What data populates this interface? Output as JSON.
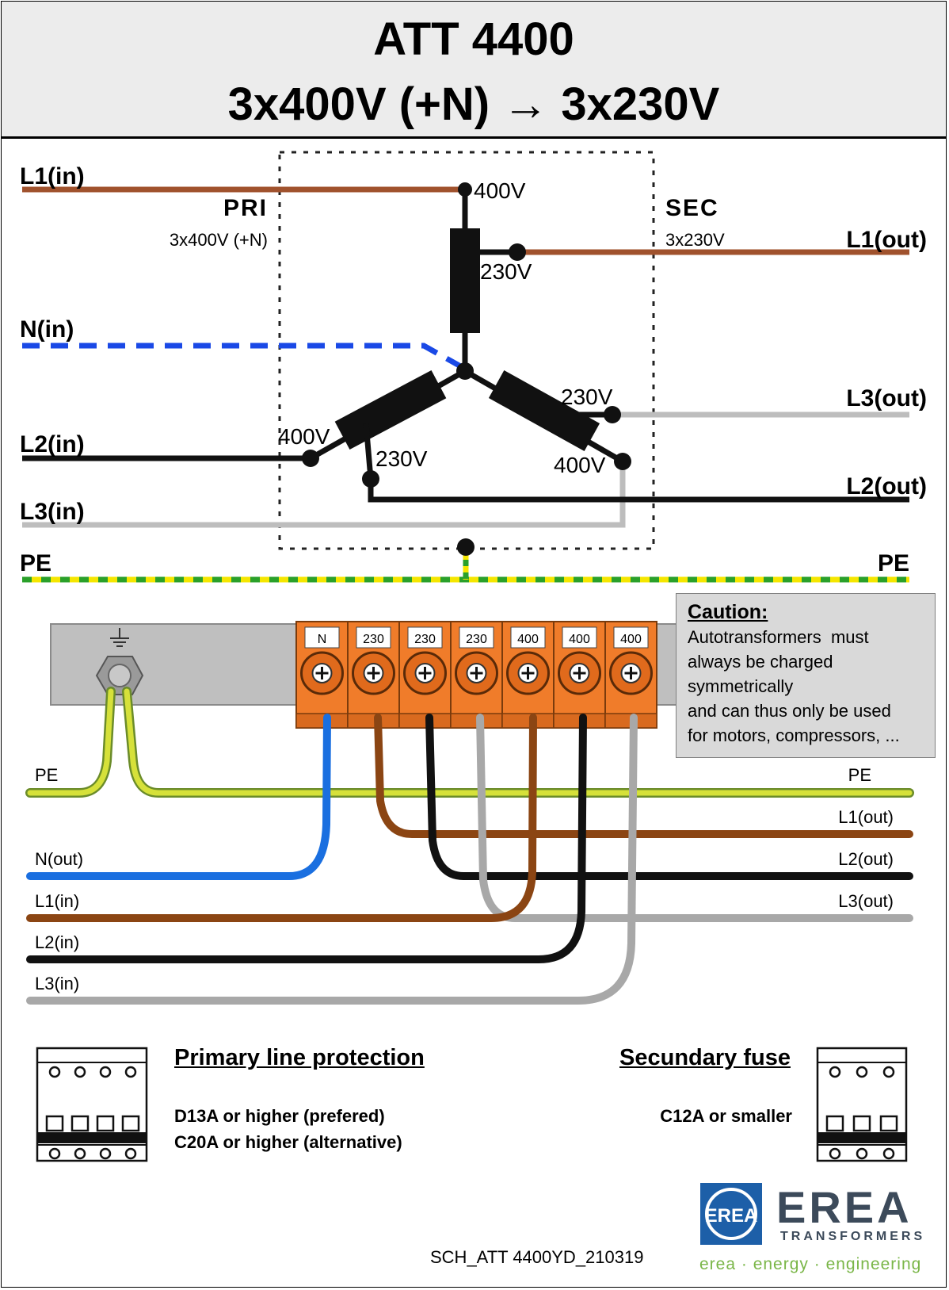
{
  "header": {
    "title": "ATT 4400",
    "subtitle": "3x400V (+N) → 3x230V"
  },
  "schematic": {
    "pri_label": "PRI",
    "pri_sub": "3x400V (+N)",
    "sec_label": "SEC",
    "sec_sub": "3x230V",
    "inputs": [
      "L1(in)",
      "N(in)",
      "L2(in)",
      "L3(in)",
      "PE"
    ],
    "outputs": [
      "L1(out)",
      "L3(out)",
      "L2(out)",
      "PE"
    ],
    "taps": {
      "l1_400": "400V",
      "l1_230": "230V",
      "l3_230": "230V",
      "l2_400": "400V",
      "l2_230": "230V",
      "l3_400": "400V"
    }
  },
  "terminal_block": {
    "labels": [
      "N",
      "230",
      "230",
      "230",
      "400",
      "400",
      "400"
    ]
  },
  "wiring": {
    "right": [
      "PE",
      "L1(out)",
      "L2(out)",
      "L3(out)"
    ],
    "left": [
      "PE",
      "N(out)",
      "L1(in)",
      "L2(in)",
      "L3(in)"
    ]
  },
  "colors": {
    "brown": "#a0522d",
    "blue": "#1a6fe0",
    "black": "#111111",
    "grey": "#bdbdbd",
    "pe_yellow": "#f5e600",
    "pe_green": "#2aa02a",
    "terminal": "#f07c2a"
  },
  "caution": {
    "title": "Caution:",
    "lines": [
      "Autotransformers  must",
      "always be charged",
      "symmetrically",
      "and can thus only be used",
      "for motors, compressors, ..."
    ]
  },
  "primary_protection": {
    "title": "Primary line protection",
    "line1": "D13A or higher (prefered)",
    "line2": "C20A or higher (alternative)"
  },
  "secondary_fuse": {
    "title": "Secundary fuse",
    "line1": "C12A or smaller"
  },
  "footer": {
    "doc_id": "SCH_ATT 4400YD_210319",
    "brand": "EREA",
    "brand_sub": "TRANSFORMERS",
    "tagline": "erea · energy · engineering",
    "logo_letters": "EREA"
  }
}
